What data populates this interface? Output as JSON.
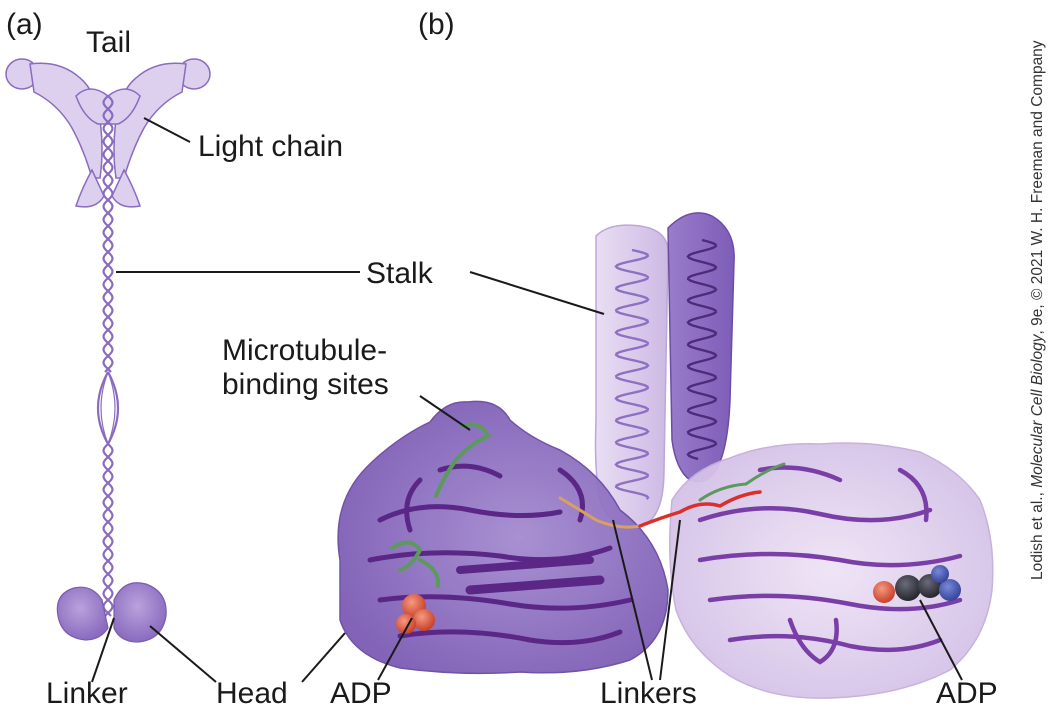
{
  "panels": {
    "a": "(a)",
    "b": "(b)"
  },
  "labels": {
    "tail": "Tail",
    "light_chain": "Light chain",
    "stalk": "Stalk",
    "microtubule_line1": "Microtubule-",
    "microtubule_line2": "binding sites",
    "linker": "Linker",
    "head": "Head",
    "adp_left": "ADP",
    "linkers": "Linkers",
    "adp_right": "ADP"
  },
  "credit": {
    "prefix": "Lodish et al., ",
    "title": "Molecular Cell Biology",
    "suffix": ", 9e, © 2021 W. H. Freeman and Company"
  },
  "colors": {
    "schematic_fill": "#d9cdea",
    "schematic_stroke": "#8a6bbf",
    "head_fill": "#9a7cc9",
    "protein_surface": "#8e6fc2",
    "protein_surface_light": "#d8c8e8",
    "ribbon": "#6a2d94",
    "microtubule_site": "#5c9a5c",
    "linker_red": "#d9302a",
    "linker_orange": "#d9a060",
    "adp": "#e06048",
    "adp_dark": "#3a3a4a",
    "adp_blue": "#4a58a8"
  }
}
